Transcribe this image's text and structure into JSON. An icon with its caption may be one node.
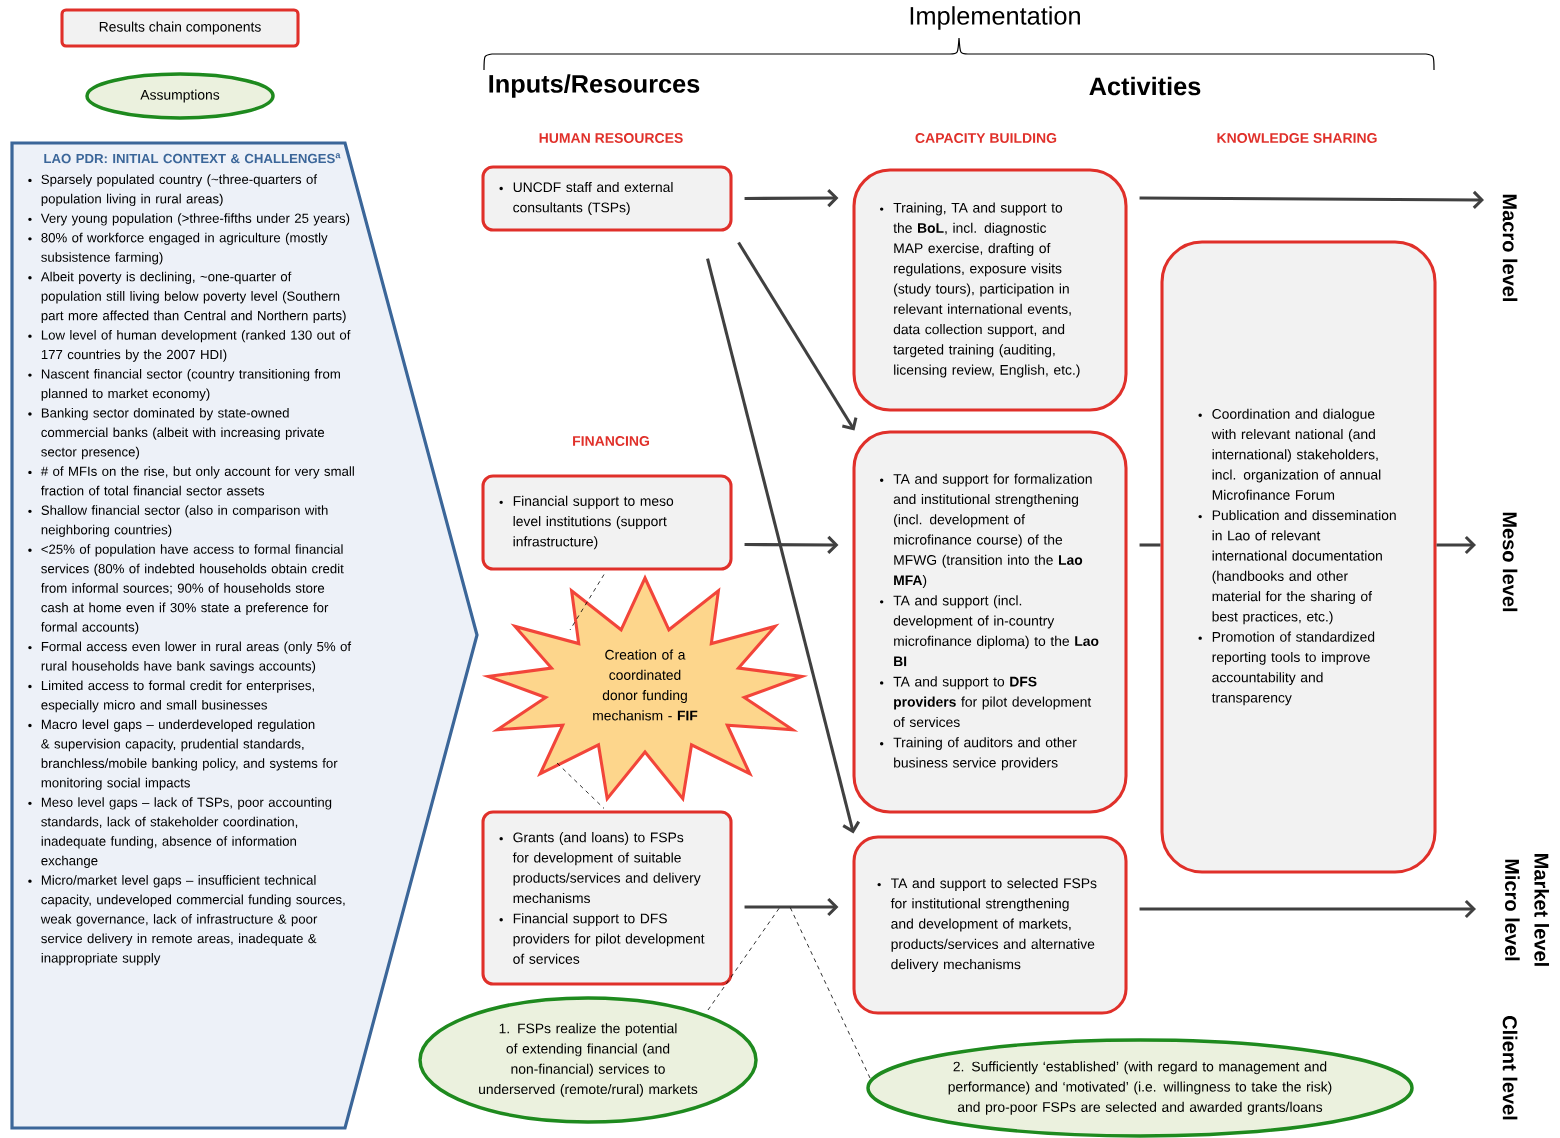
{
  "diagram": {
    "nodes": [
      {
        "text": [
          "LAO PDR: INITIAL CONTEXT & CHALLENGES$^{a}$",
          "Sparsely populated country (~three-quarters of population living in rural areas)",
          "Very young population (>three-fifths under 25 years)",
          "80% of workforce engaged in agriculture (mostly subsistence farming)",
          "Albeit poverty is declining, ~one-quarter of population still living below poverty level (Southern part more affected than Central and Northern parts)",
          "Low level of human development (ranked 130 out of 177 countries by the 2007 HDI)",
          "Nascent financial sector (country transitioning from planned to market economy)",
          "Banking sector dominated by state-owned commercial banks (albeit with increasing private sector presence)",
          "# of MFIs on the rise, but only account for very small fraction of total financial sector assets",
          "Shallow financial sector (also in comparison with neighboring countries)",
          "<25% of population have access to formal financial services (80% of indebted households obtain credit from informal sources; 90% of households store cash at home even if 30% state a preference for formal accounts)",
          "Formal access even lower in rural areas (only 5% of rural households have bank savings accounts)",
          "Limited access to formal credit for enterprises, especially micro and small businesses",
          "Macro level gaps – underdeveloped regulation & supervision capacity, prudential standards, branchless/mobile banking policy, and systems for monitoring social impacts",
          "Meso level gaps – lack of TSPs, poor accounting standards, lack of stakeholder coordination, inadequate funding, absence of information exchange",
          "Micro/market level gaps – insufficient technical capacity, undeveloped commercial funding sources, weak governance, lack of infrastructure & poor service delivery in remote areas, inadequate & inappropriate supply"
        ]
      },
      {
        "text": [
          "UNCDF staff and external consultants (TSPs)"
        ]
      },
      {
        "text": [
          "Financial support to meso level institutions (support infrastructure)"
        ]
      },
      {
        "text": [
          "Creation of a coordinated donor funding mechanism - **FIF**"
        ]
      },
      {
        "text": [
          "Grants (and loans) to FSPs for development of suitable products/services and delivery mechanisms",
          "Financial support to DFS providers for pilot development of services"
        ]
      },
      {
        "text": [
          "Training, TA and support to the **BoL**, incl. diagnostic MAP exercise, drafting of regulations, exposure visits (study tours), participation in relevant international events, data collection support, and targeted training (auditing, licensing review, English, etc.)"
        ]
      },
      {
        "text": [
          "TA and support for formalization and institutional strengthening (incl. development of microfinance course) of the MFWG (transition into the **Lao MFA**)",
          "TA and support (incl. development of in-country microfinance diploma) to the **Lao BI**",
          "TA and support to **DFS providers** for pilot development of services",
          "Training of auditors and other business service providers"
        ]
      },
      {
        "text": [
          "TA and support to selected FSPs for institutional strengthening and development of markets, products/services and alternative delivery mechanisms"
        ]
      },
      {
        "text": [
          "Coordination and dialogue with relevant national (and international) stakeholders, incl. organization of annual Microfinance Forum",
          "Publication and dissemination in Lao of relevant international documentation (handbooks and other material for the sharing of best practices, etc.)",
          "Promotion of standardized reporting tools to improve accountability and transparency"
        ]
      },
      {
        "text": [
          "1. FSPs realize the potential of extending financial (and non-financial) services to underserved (remote/rural) markets"
        ]
      },
      {
        "text": [
          "2. Sufficiently ‘established’ (with regard to management and performance) and ‘motivated’ (i.e. willingness to take the risk) and pro-poor FSPs are selected and awarded grants/loans"
        ]
      },
      {
        "text": [
          "Macro level"
        ]
      },
      {
        "text": [
          "Meso level"
        ]
      },
      {
        "text": [
          "Market level",
          "Micro level"
        ]
      }
    ],
    "edges": [
      {
        "from": 1,
        "to": 5,
        "arrow": "to"
      },
      {
        "from": 1,
        "to": 6,
        "arrow": "to"
      },
      {
        "from": 1,
        "to": 7,
        "arrow": "to"
      },
      {
        "from": 2,
        "to": 6,
        "arrow": "to"
      },
      {
        "from": 4,
        "to": 7,
        "arrow": "to"
      },
      {
        "from": 5,
        "to": 11,
        "arrow": "to"
      },
      {
        "from": 6,
        "to": 8,
        "arrow": "none"
      },
      {
        "from": 8,
        "to": 12,
        "arrow": "to"
      },
      {
        "from": 7,
        "to": 13,
        "arrow": "to"
      },
      {
        "from": 2,
        "to": 3,
        "arrow": "none",
        "style": "dashed"
      },
      {
        "from": 3,
        "to": 4,
        "arrow": "none",
        "style": "dashed"
      },
      {
        "from": 9,
        "to": null,
        "arrow": "none",
        "style": "dashed"
      },
      {
        "from": 10,
        "to": null,
        "arrow": "none",
        "style": "dashed"
      }
    ],
    "labels": [
      "Implementation",
      "Inputs/Resources",
      "Activities",
      "HUMAN RESOURCES",
      "CAPACITY BUILDING",
      "KNOWLEDGE SHARING",
      "FINANCING",
      "Client level"
    ],
    "legend": [
      {
        "text": "Results chain components"
      },
      {
        "text": "Assumptions"
      }
    ]
  }
}
